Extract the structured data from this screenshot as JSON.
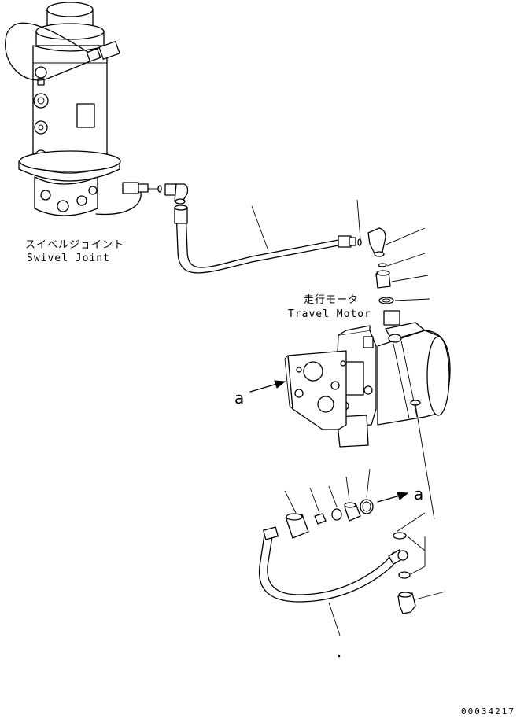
{
  "labels": {
    "swivel_joint_jp": "スイベルジョイント",
    "swivel_joint_en": "Swivel Joint",
    "travel_motor_jp": "走行モータ",
    "travel_motor_en": "Travel Motor",
    "view_ref_a_left": "a",
    "view_ref_a_right": "a",
    "drawing_number": "00034217"
  },
  "colors": {
    "line": "#000000",
    "background": "#ffffff"
  }
}
